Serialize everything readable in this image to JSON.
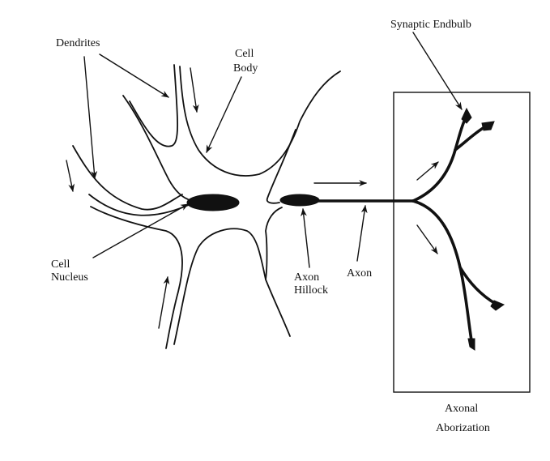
{
  "labels": {
    "dendrites": "Dendrites",
    "cell_body_line1": "Cell",
    "cell_body_line2": "Body",
    "synaptic_endbulb": "Synaptic Endbulb",
    "cell_nucleus_line1": "Cell",
    "cell_nucleus_line2": "Nucleus",
    "axon_hillock_line1": "Axon",
    "axon_hillock_line2": "Hillock",
    "axon": "Axon",
    "axonal_aborization_line1": "Axonal",
    "axonal_aborization_line2": "Aborization"
  },
  "colors": {
    "ink": "#111111",
    "background": "#ffffff"
  }
}
